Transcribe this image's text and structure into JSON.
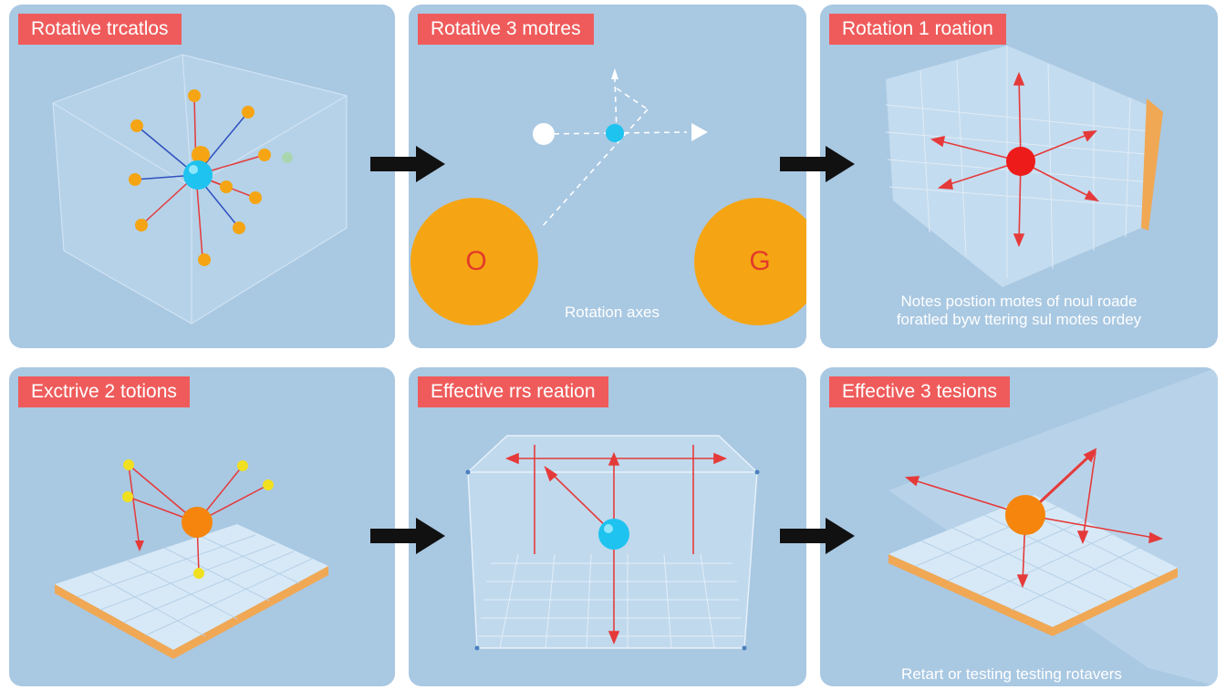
{
  "panels": [
    {
      "title": "Rotative trcatlos"
    },
    {
      "title": "Rotative 3 motres",
      "caption": "Rotation axes",
      "glyph_left": "O",
      "glyph_right": "G"
    },
    {
      "title": "Rotation 1 roation",
      "caption_line1": "Notes postion motes of noul roade",
      "caption_line2": "foratled byw ttering sul motes ordey"
    },
    {
      "title": "Exctrive 2 totions"
    },
    {
      "title": "Effective rrs reation"
    },
    {
      "title": "Effective 3 tesions",
      "caption": "Retart or testing testing rotavers"
    }
  ],
  "colors": {
    "panel_bg": "#a9c8e2",
    "title_bg": "#ef5b5b",
    "orange": "#f5a514",
    "cyan": "#1ec3f0",
    "red": "#e53a3a",
    "yellow": "#f0e020",
    "arrow": "#111111"
  }
}
